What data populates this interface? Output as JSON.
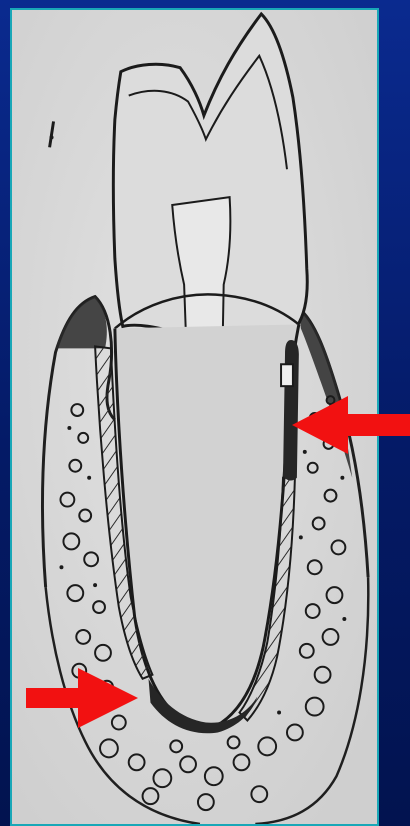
{
  "slide": {
    "background_color": "#041a66",
    "frame_color": "#19a7b7",
    "paper_color": "#d7d7d7",
    "ink_color": "#1b1b1b",
    "arrow_color": "#f21111"
  },
  "illustration": {
    "subject": "tooth-in-alveolar-bone-sketch",
    "labels": []
  },
  "pointers": [
    {
      "name": "right-arrow",
      "direction": "left"
    },
    {
      "name": "lower-left-arrow",
      "direction": "right"
    }
  ]
}
